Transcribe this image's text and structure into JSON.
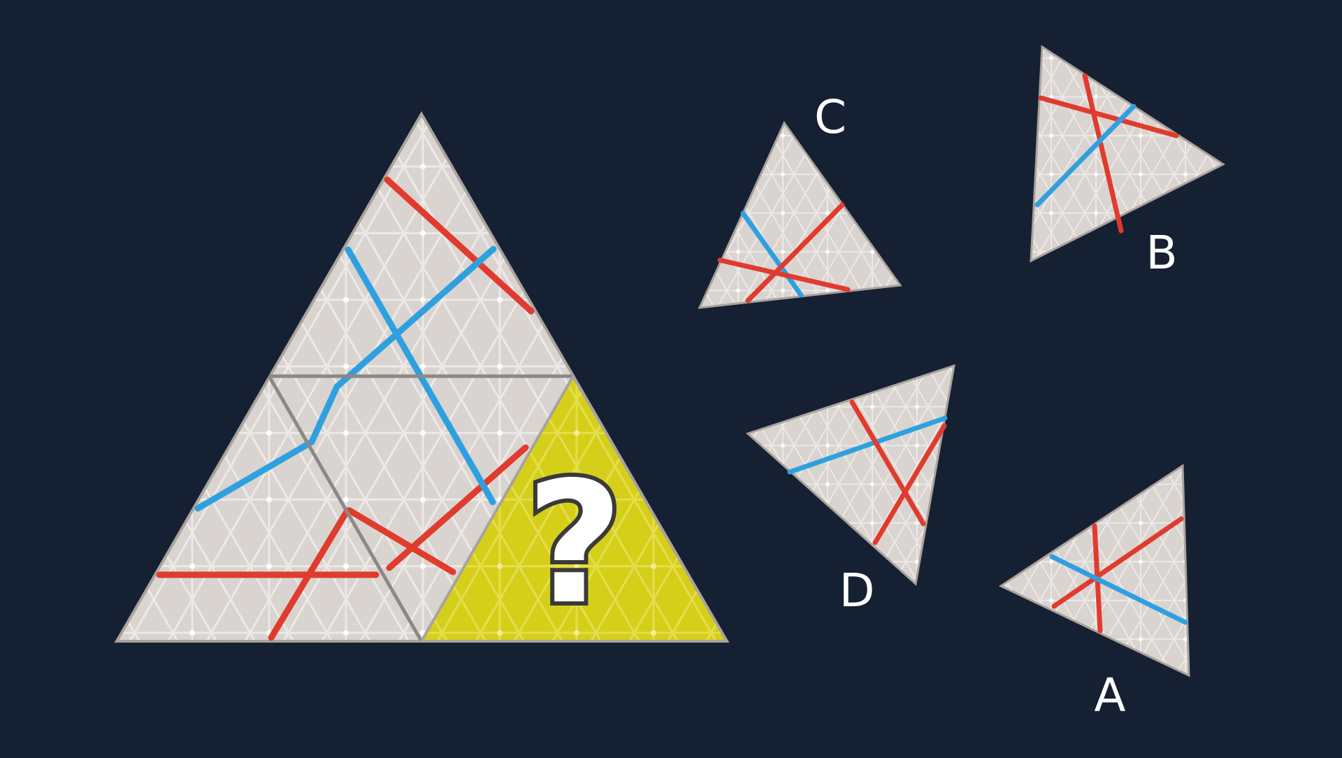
{
  "puzzle": {
    "missing_piece_symbol": "?",
    "colors": {
      "background": "#152033",
      "tile": "#d9d4d0",
      "tile_grid": "#f2efec",
      "tile_edge": "#a9a39d",
      "divider": "#8c8885",
      "highlight": "#d6cf1a",
      "red_line": "#e03b2e",
      "blue_line": "#2fa0df",
      "label": "#ffffff"
    }
  },
  "options": [
    {
      "id": "C",
      "label": "C"
    },
    {
      "id": "B",
      "label": "B"
    },
    {
      "id": "D",
      "label": "D"
    },
    {
      "id": "A",
      "label": "A"
    }
  ]
}
